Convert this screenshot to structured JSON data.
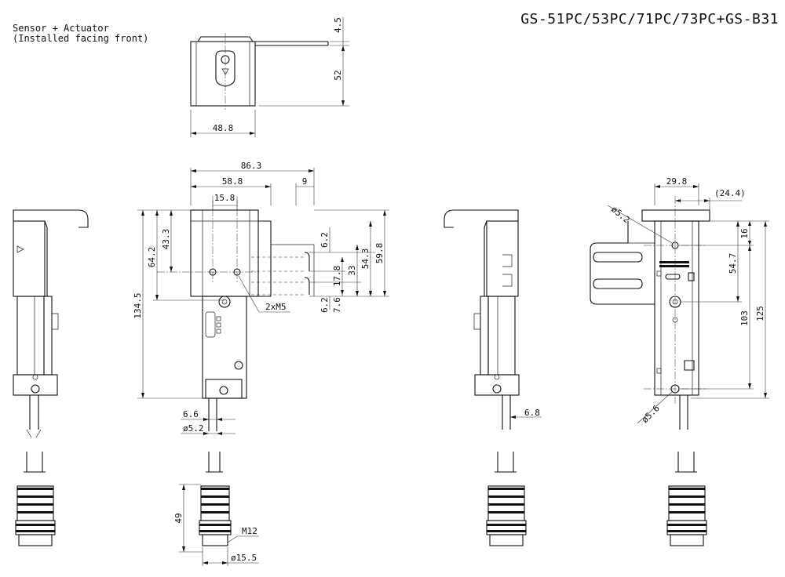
{
  "title": "GS-51PC/53PC/71PC/73PC+GS-B31",
  "note": {
    "line1": "Sensor + Actuator",
    "line2": "(Installed facing front)"
  },
  "dimensions": {
    "top_height_small": "4.5",
    "top_height": "52",
    "top_width": "48.8",
    "width_total": "86.3",
    "width_body": "58.8",
    "width_tab": "9",
    "slot_spacing": "15.8",
    "height_43_3": "43.3",
    "height_64_2": "64.2",
    "height_total": "134.5",
    "slot_6_2_top": "6.2",
    "slot_17_8": "17.8",
    "slot_33": "33",
    "slot_54_3": "54.3",
    "slot_59_8": "59.8",
    "slot_6_2_bottom": "6.2",
    "slot_7_6": "7.6",
    "screw_spec": "2xM5",
    "cable_offset": "6.6",
    "cable_dia": "ø5.2",
    "connector_len": "49",
    "connector_thread": "M12",
    "connector_dia": "ø15.5",
    "side_cable_offset": "6.8",
    "act_width": "29.8",
    "act_offset": "(24.4)",
    "act_hole_top": "ø5.2",
    "act_16": "16",
    "act_54_7": "54.7",
    "act_103": "103",
    "act_125": "125",
    "act_hole_bottom": "ø5.6"
  }
}
